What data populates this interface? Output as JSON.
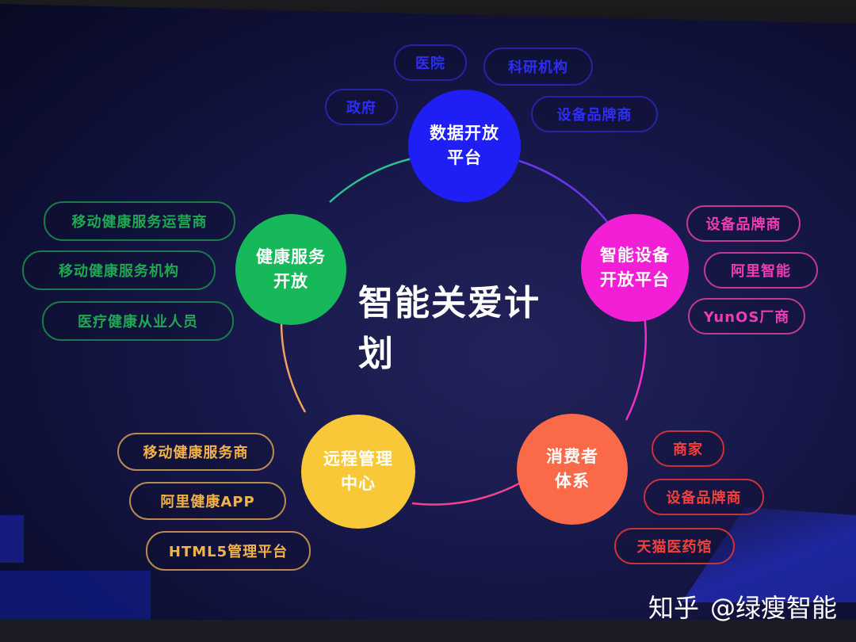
{
  "title": "智能关爱计划",
  "colors": {
    "background": "#16174a",
    "blue": "#1e1ef5",
    "pink": "#f21fd6",
    "orange": "#fb6a48",
    "yellow": "#f8c838",
    "green": "#16b85a"
  },
  "nodes": [
    {
      "id": "data",
      "line1": "数据开放",
      "line2": "平台",
      "color": "#1e1ef5",
      "partners": [
        "政府",
        "医院",
        "科研机构",
        "设备品牌商"
      ],
      "partner_color": "#2d2df5"
    },
    {
      "id": "device",
      "line1": "智能设备",
      "line2": "开放平台",
      "color": "#f21fd6",
      "partners": [
        "设备品牌商",
        "阿里智能",
        "YunOS厂商"
      ],
      "partner_color": "#e83ab8"
    },
    {
      "id": "consumer",
      "line1": "消费者",
      "line2": "体系",
      "color": "#fb6a48",
      "partners": [
        "商家",
        "设备品牌商",
        "天猫医药馆"
      ],
      "partner_color": "#f2403c"
    },
    {
      "id": "remote",
      "line1": "远程管理",
      "line2": "中心",
      "color": "#f8c838",
      "partners": [
        "移动健康服务商",
        "阿里健康APP",
        "HTML5管理平台"
      ],
      "partner_color": "#e8b04a"
    },
    {
      "id": "health",
      "line1": "健康服务",
      "line2": "开放",
      "color": "#16b85a",
      "partners": [
        "移动健康服务运营商",
        "移动健康服务机构",
        "医疗健康从业人员"
      ],
      "partner_color": "#1fa852"
    }
  ],
  "watermark": {
    "platform": "知乎",
    "handle": "@绿瘦智能"
  }
}
